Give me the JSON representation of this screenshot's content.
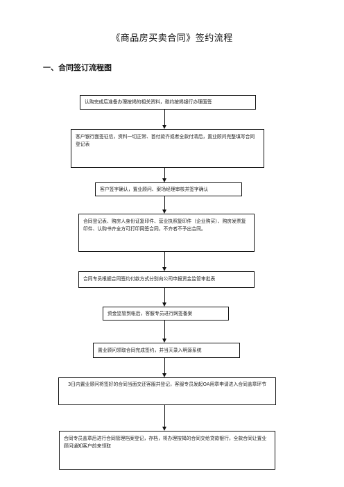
{
  "document": {
    "title": "《商品房买卖合同》签约流程",
    "section_heading": "一、合同签订流程图"
  },
  "flow_steps": [
    "认购完成后准备办理按揭的相关资料，邀约按揭银行办理面签",
    "客户银行面签征信，资料一切正常、首付款齐或者全款付清后，置业顾问完整填写合同登记表",
    "客户签字确认，置业顾问、案场经理审核并签字确认",
    "合同登记表、购房人身份证复印件、营业执照复印件（企业购买）、购房发票复印件、认购书齐全方可打印网签合同，不齐者不予出合同。",
    "合同专员根据合同签约付款方式分别向公司申报资金监管审批表",
    "资金监管到帐后，客服专员进行网签备案",
    "置业顾问领取合同完成签约，并当天录入明源系统",
    "3日内置业顾问将签好的合同当面交还客服并登记，客服专员发起OA用章申请进入合同盖章环节",
    "合同专员盖章后进行合同管理档案登记，存档，将办理按揭的合同交给贷款银行，全款合同让置业顾问通知客户前来领取"
  ]
}
